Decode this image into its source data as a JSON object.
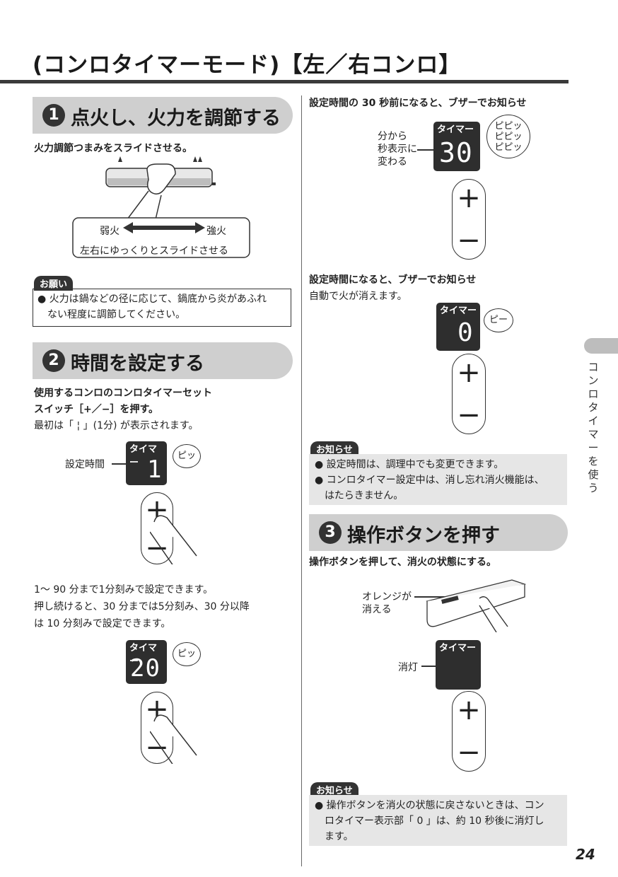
{
  "page": {
    "title": "(コンロタイマーモード)【左／右コンロ】",
    "page_number": "24",
    "side_tab": "コンロタイマーを使う"
  },
  "step1": {
    "number": "1",
    "heading": "点火し、火力を調節する",
    "instruction": "火力調節つまみをスライドさせる。",
    "label_weak": "弱火",
    "label_strong": "強火",
    "label_slide": "左右にゆっくりとスライドさせる",
    "caution_tag": "お願い",
    "caution_line1": "● 火力は鍋などの径に応じて、鍋底から炎があふれ",
    "caution_line2": "ない程度に調節してください。"
  },
  "step2": {
    "number": "2",
    "heading": "時間を設定する",
    "instr_line1": "使用するコンロのコンロタイマーセット",
    "instr_line2": "スイッチ［+／−］を押す。",
    "instr_line3": "最初は「 ¦ 」(1分) が表示されます。",
    "callout_set_time": "設定時間",
    "display_tab": "タイマー",
    "display1_value": "1",
    "beep": "ピッ",
    "plus": "+",
    "minus": "−",
    "body_line1": "1〜 90 分まで1分刻みで設定できます。",
    "body_line2": "押し続けると、30 分までは5分刻み、30 分以降",
    "body_line3": "は 10 分刻みで設定できます。",
    "display2_value": "20"
  },
  "right": {
    "head1": "設定時間の 30 秒前になると、ブザーでお知らせ",
    "callout_sec": "分から\n秒表示に\n変わる",
    "display_tab": "タイマー",
    "display30_value": "30",
    "beep3": "ピピッ\nピピッ\nピピッ",
    "head2": "設定時間になると、ブザーでお知らせ",
    "sub2": "自動で火が消えます。",
    "display0_value": "0",
    "beep_long": "ピー",
    "note_tag": "お知らせ",
    "note1_line1": "● 設定時間は、調理中でも変更できます。",
    "note1_line2": "● コンロタイマー設定中は、消し忘れ消火機能は、",
    "note1_line3": "はたらきません。",
    "plus": "+",
    "minus": "−"
  },
  "step3": {
    "number": "3",
    "heading": "操作ボタンを押す",
    "instruction": "操作ボタンを押して、消火の状態にする。",
    "callout_orange": "オレンジが\n消える",
    "callout_off": "消灯",
    "display_tab": "タイマー",
    "note_tag": "お知らせ",
    "note2_line1": "● 操作ボタンを消火の状態に戻さないときは、コン",
    "note2_line2": "ロタイマー表示部「 0 」は、約 10 秒後に消灯し",
    "note2_line3": "ます。"
  }
}
